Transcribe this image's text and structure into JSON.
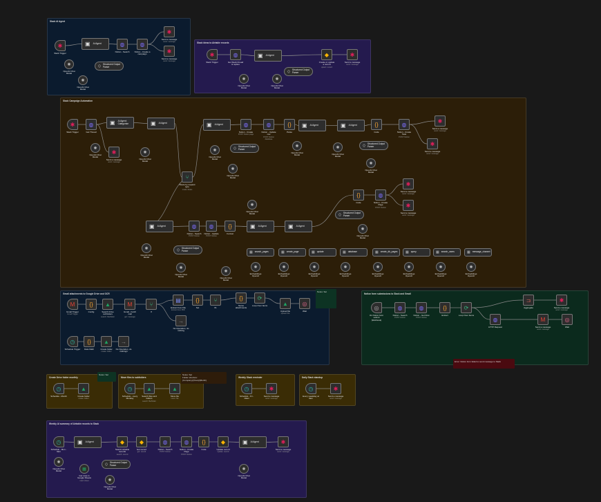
{
  "canvas": {
    "background": "#191919"
  },
  "groups": [
    {
      "title": "Slack AI Agent",
      "color": "#0b1b2e",
      "nodes": [
        {
          "label": "Slack Trigger",
          "icon": "slack"
        },
        {
          "label": "AI Agent",
          "icon": "ai-agent"
        },
        {
          "label": "Notion - Search",
          "icon": "http"
        },
        {
          "label": "Notion - Create a campaign",
          "icon": "http"
        },
        {
          "label": "Send a message",
          "sub": "send: message",
          "icon": "slack"
        },
        {
          "label": "Send a message",
          "sub": "send: message",
          "icon": "slack"
        },
        {
          "label": "OpenAI Chat Model",
          "icon": "openai"
        },
        {
          "label": "Structured Output Parser",
          "icon": "parser"
        },
        {
          "label": "OpenAI Chat Model",
          "icon": "openai"
        }
      ]
    },
    {
      "title": "Slack ideas to Airtable records",
      "color": "#241a4e",
      "nodes": [
        {
          "label": "Slack Trigger",
          "icon": "slack"
        },
        {
          "label": "Get Slack thread & replies",
          "icon": "http"
        },
        {
          "label": "AI Agent",
          "icon": "ai-agent"
        },
        {
          "label": "Create or update a record",
          "sub": "upsert: record",
          "icon": "airtable"
        },
        {
          "label": "Send a message",
          "sub": "send: message",
          "icon": "slack"
        },
        {
          "label": "OpenAI Chat Model",
          "icon": "openai"
        },
        {
          "label": "Structured Output Parser",
          "icon": "parser"
        },
        {
          "label": "OpenAI Chat Model",
          "icon": "openai"
        }
      ]
    },
    {
      "title": "Slack Campaign Automation",
      "color": "#2c1e08",
      "nodes": [
        {
          "label": "Slack Trigger",
          "icon": "slack"
        },
        {
          "label": "Get Thread",
          "icon": "http"
        },
        {
          "label": "AI Agent: Categorise",
          "icon": "ai-agent"
        },
        {
          "label": "AI Agent",
          "icon": "ai-agent"
        },
        {
          "label": "AI Agent",
          "icon": "ai-agent"
        },
        {
          "label": "Notion - Create",
          "sub": "POST: Notion page",
          "icon": "http"
        },
        {
          "label": "Notion - Update row",
          "sub": "POST: Notion database",
          "icon": "http"
        },
        {
          "label": "Parse",
          "icon": "code"
        },
        {
          "label": "AI Agent",
          "icon": "ai-agent"
        },
        {
          "label": "AI Agent",
          "icon": "ai-agent"
        },
        {
          "label": "Code",
          "icon": "code"
        },
        {
          "label": "Notion - Create Task",
          "sub": "POST: Notion",
          "icon": "http"
        },
        {
          "label": "Send a message",
          "sub": "send: message",
          "icon": "slack"
        },
        {
          "label": "Send a message",
          "sub": "send: message",
          "icon": "slack"
        },
        {
          "label": "OpenAI Chat Model",
          "icon": "openai"
        },
        {
          "label": "Send a message",
          "sub": "send: message",
          "icon": "slack"
        },
        {
          "label": "OpenAI Chat Model",
          "icon": "openai"
        },
        {
          "label": "OpenAI Chat Model",
          "icon": "openai"
        },
        {
          "label": "Structured Output Parser",
          "icon": "parser"
        },
        {
          "label": "OpenAI Chat Model",
          "icon": "openai"
        },
        {
          "label": "OpenAI Chat Model",
          "icon": "openai"
        },
        {
          "label": "OpenAI Chat Model",
          "icon": "openai"
        },
        {
          "label": "Structured Output Parser",
          "icon": "parser"
        },
        {
          "label": "OpenAI Chat Model",
          "icon": "openai"
        },
        {
          "label": "Route by request type",
          "sub": "mode: Rules",
          "icon": "switch"
        },
        {
          "label": "AI Agent",
          "icon": "ai-agent"
        },
        {
          "label": "Notion - Search",
          "sub": "POST: Notion",
          "icon": "http"
        },
        {
          "label": "Notion - Update",
          "sub": "POST: Notion",
          "icon": "http"
        },
        {
          "label": "Format",
          "icon": "code"
        },
        {
          "label": "AI Agent",
          "icon": "ai-agent"
        },
        {
          "label": "AI Agent",
          "icon": "ai-agent"
        },
        {
          "label": "Code",
          "icon": "code"
        },
        {
          "label": "Notion - Create Page",
          "sub": "POST: Notion",
          "icon": "http"
        },
        {
          "label": "Send a message",
          "sub": "send: message",
          "icon": "slack"
        },
        {
          "label": "Send a message",
          "sub": "send: message",
          "icon": "slack"
        },
        {
          "label": "Structured Output Parser",
          "icon": "parser"
        },
        {
          "label": "OpenAI Chat Model",
          "icon": "openai"
        },
        {
          "label": "OpenAI Chat Model",
          "icon": "openai"
        },
        {
          "label": "OpenAI Chat Model",
          "icon": "openai"
        },
        {
          "label": "Structured Output Parser",
          "icon": "parser"
        },
        {
          "label": "OpenAI Chat Model",
          "icon": "openai"
        },
        {
          "label": "OpenAI Chat Model",
          "icon": "openai"
        },
        {
          "label": "search_pages",
          "icon": "tool"
        },
        {
          "label": "create_page",
          "icon": "tool"
        },
        {
          "label": "update",
          "icon": "tool"
        },
        {
          "label": "database",
          "icon": "tool"
        },
        {
          "label": "create_db_pages",
          "icon": "tool"
        },
        {
          "label": "query",
          "icon": "tool"
        },
        {
          "label": "search_users",
          "icon": "tool"
        },
        {
          "label": "message_channel",
          "icon": "tool"
        },
        {
          "label": "Embeddings OpenAI",
          "icon": "openai"
        },
        {
          "label": "Embeddings OpenAI",
          "icon": "openai"
        },
        {
          "label": "Embeddings OpenAI",
          "icon": "openai"
        },
        {
          "label": "Embeddings OpenAI",
          "icon": "openai"
        },
        {
          "label": "Embeddings OpenAI",
          "icon": "openai"
        },
        {
          "label": "Embeddings OpenAI",
          "icon": "openai"
        },
        {
          "label": "Embeddings OpenAI",
          "icon": "openai"
        },
        {
          "label": "Embeddings OpenAI",
          "icon": "openai"
        }
      ]
    },
    {
      "title": "Gmail attachments to Google Drive and OCR",
      "color": "#0b1b2e",
      "nodes": [
        {
          "label": "Gmail Trigger",
          "sub": "Gmail Trigger",
          "icon": "gmail"
        },
        {
          "label": "Config",
          "icon": "code"
        },
        {
          "label": "Search Drive subfolders",
          "sub": "search: file/folder",
          "icon": "drive"
        },
        {
          "label": "Gmail - Fetch mail",
          "sub": "get: message",
          "icon": "gmail"
        },
        {
          "label": "If",
          "icon": "if"
        },
        {
          "label": "Extract from File",
          "sub": "Extract from PDF",
          "icon": "extract"
        },
        {
          "label": "Set",
          "icon": "code"
        },
        {
          "label": "If1",
          "icon": "if"
        },
        {
          "label": "Name attachments",
          "icon": "code"
        },
        {
          "label": "Loop Over Items",
          "icon": "loop"
        },
        {
          "label": "Upload file",
          "sub": "upload: file",
          "icon": "drive"
        },
        {
          "label": "Wait",
          "icon": "wait"
        },
        {
          "label": "No Operation, do nothing",
          "icon": "noop"
        },
        {
          "label": "Schedule Trigger",
          "icon": "schedule"
        },
        {
          "label": "Date Math",
          "icon": "code"
        },
        {
          "label": "Create folder",
          "sub": "create: folder",
          "icon": "drive"
        },
        {
          "label": "No Operation, do nothing1",
          "icon": "noop"
        }
      ]
    },
    {
      "title": "Notion form submissions to Slack and Gmail",
      "color": "#0b2a1d",
      "nodes": [
        {
          "label": "On Notion form submit (Webhook)",
          "icon": "webhook"
        },
        {
          "label": "Notion - Search",
          "sub": "POST: Notion",
          "icon": "http"
        },
        {
          "label": "Notion - Get Row",
          "sub": "POST: Notion",
          "icon": "http"
        },
        {
          "label": "Extract",
          "icon": "code"
        },
        {
          "label": "Loop Over Items",
          "icon": "loop"
        },
        {
          "label": "Aggregate",
          "icon": "aggregate"
        },
        {
          "label": "Send a message",
          "sub": "send: message",
          "icon": "slack"
        },
        {
          "label": "HTTP Request",
          "icon": "http"
        },
        {
          "label": "Send a message",
          "sub": "send: message",
          "icon": "gmail"
        },
        {
          "label": "Wait",
          "icon": "wait"
        }
      ]
    },
    {
      "title": "Create Drive folder monthly",
      "color": "#3a2c05",
      "nodes": [
        {
          "label": "Schedule - Month",
          "icon": "schedule"
        },
        {
          "label": "Create folder",
          "sub": "create: folder",
          "icon": "drive"
        }
      ]
    },
    {
      "title": "Move files to subfolders",
      "color": "#3a2c05",
      "nodes": [
        {
          "label": "Schedule - every Monday",
          "icon": "schedule"
        },
        {
          "label": "Search files and folders",
          "sub": "search: file/folder",
          "icon": "drive"
        },
        {
          "label": "Move file",
          "sub": "move: file",
          "icon": "drive"
        }
      ]
    },
    {
      "title": "Weekly Slack reminder",
      "color": "#3a2c05",
      "nodes": [
        {
          "label": "Schedule - Fri - 10am",
          "icon": "schedule"
        },
        {
          "label": "Send a message",
          "sub": "send: message",
          "icon": "slack"
        }
      ]
    },
    {
      "title": "Daily Slack standup",
      "color": "#3a2c05",
      "nodes": [
        {
          "label": "Every weekday at 9am",
          "icon": "schedule"
        },
        {
          "label": "Send a message",
          "sub": "send: message",
          "icon": "slack"
        }
      ]
    },
    {
      "title": "Weekly AI summary of Airtable records to Slack",
      "color": "#241a4e",
      "nodes": [
        {
          "label": "Schedule - Mon - 9am",
          "icon": "schedule"
        },
        {
          "label": "AI Agent",
          "icon": "ai-agent"
        },
        {
          "label": "Search Airtable records",
          "sub": "search: record",
          "icon": "airtable"
        },
        {
          "label": "Get record",
          "sub": "get: record",
          "icon": "airtable"
        },
        {
          "label": "Notion - Search",
          "sub": "POST: Notion",
          "icon": "http"
        },
        {
          "label": "Notion - Create Page",
          "sub": "POST: Notion",
          "icon": "http"
        },
        {
          "label": "Code",
          "icon": "code"
        },
        {
          "label": "Update record",
          "sub": "update: record",
          "icon": "airtable"
        },
        {
          "label": "AI Agent",
          "icon": "ai-agent"
        },
        {
          "label": "Send a message",
          "sub": "send: message",
          "icon": "slack"
        },
        {
          "label": "OpenAI Chat Model",
          "icon": "openai"
        },
        {
          "label": "Get rows in Google Sheets",
          "sub": "read: sheet",
          "icon": "sheets"
        },
        {
          "label": "Structured Output Parser",
          "icon": "parser"
        },
        {
          "label": "OpenAI Chat Model",
          "icon": "openai"
        },
        {
          "label": "OpenAI Chat Model",
          "icon": "openai"
        }
      ]
    }
  ],
  "stickies": [
    {
      "text": "Notes: Set",
      "color": "#0d3323"
    },
    {
      "text": "Error: Notion form failed to send message to Slack",
      "color": "#4a0a10"
    },
    {
      "text": "Notes: Set",
      "color": "#0d3323"
    },
    {
      "text": "Notes: Set\nFolder structure:\n{Company}/{Year}/{Month}",
      "color": "#2e1c0a"
    }
  ]
}
